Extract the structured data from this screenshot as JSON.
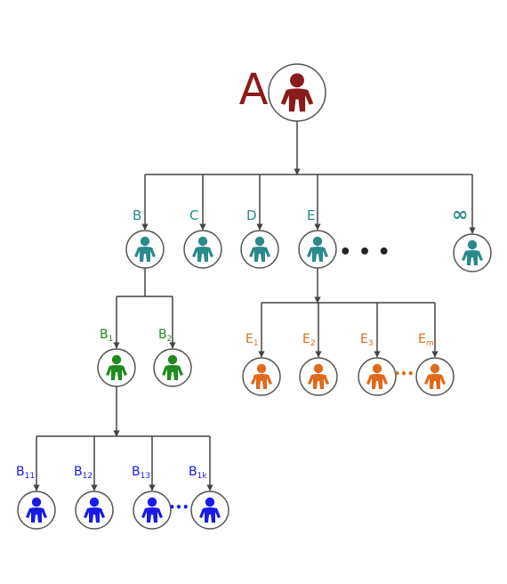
{
  "root": {
    "label": "A",
    "color": "#8b1a1a"
  },
  "colors": {
    "teal": "#2a8a8a",
    "green": "#1f8a1f",
    "orange": "#e06a1a",
    "blue": "#1a1ae6",
    "edge": "#444444",
    "circle": "#444444"
  },
  "level1": [
    {
      "label": "B"
    },
    {
      "label": "C"
    },
    {
      "label": "D"
    },
    {
      "label": "E"
    },
    {
      "label": "∞"
    }
  ],
  "level1_ellipsis": "• • •",
  "b_children": [
    {
      "label": "B",
      "sub": "1"
    },
    {
      "label": "B",
      "sub": "2"
    }
  ],
  "e_children": [
    {
      "label": "E",
      "sub": "1"
    },
    {
      "label": "E",
      "sub": "2"
    },
    {
      "label": "E",
      "sub": "3"
    },
    {
      "label": "E",
      "sub": "m"
    }
  ],
  "e_ellipsis": "•••",
  "b1_children": [
    {
      "label": "B",
      "sub": "11"
    },
    {
      "label": "B",
      "sub": "12"
    },
    {
      "label": "B",
      "sub": "13"
    },
    {
      "label": "B",
      "sub": "1k"
    }
  ],
  "b1_ellipsis": "•••"
}
